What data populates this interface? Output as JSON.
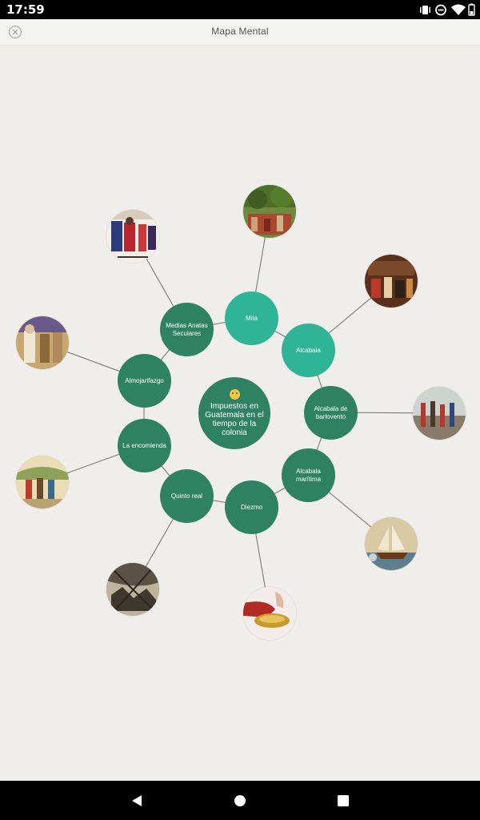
{
  "status_bar": {
    "time": "17:59"
  },
  "header": {
    "title": "Mapa Mental"
  },
  "mind_map": {
    "center": {
      "label": "Impuestos en Guatemala en el tiempo de la colonia",
      "icon": "smiley-emoji-icon"
    },
    "branches": [
      {
        "label": "Mita",
        "color": "#2fb497",
        "image": "indigenous-labor-painting"
      },
      {
        "label": "Alcabala",
        "color": "#2fb497",
        "image": "colonial-market-painting"
      },
      {
        "label": "Alcabala de barlovento",
        "color": "#2e8163",
        "image": "soldiers-painting"
      },
      {
        "label": "Alcabala marítima",
        "color": "#2e8163",
        "image": "sailing-ship-painting"
      },
      {
        "label": "Diezmo",
        "color": "#2e8163",
        "image": "tithe-offering-photo"
      },
      {
        "label": "Quinto real",
        "color": "#2e8163",
        "image": "mining-engraving"
      },
      {
        "label": "La encomienda",
        "color": "#2e8163",
        "image": "encomienda-illustration"
      },
      {
        "label": "Almojarifazgo",
        "color": "#2e8163",
        "image": "colonial-figures-painting"
      },
      {
        "label": "Medias Anatas Seculares",
        "color": "#2e8163",
        "image": "colonial-officials-illustration"
      }
    ]
  }
}
